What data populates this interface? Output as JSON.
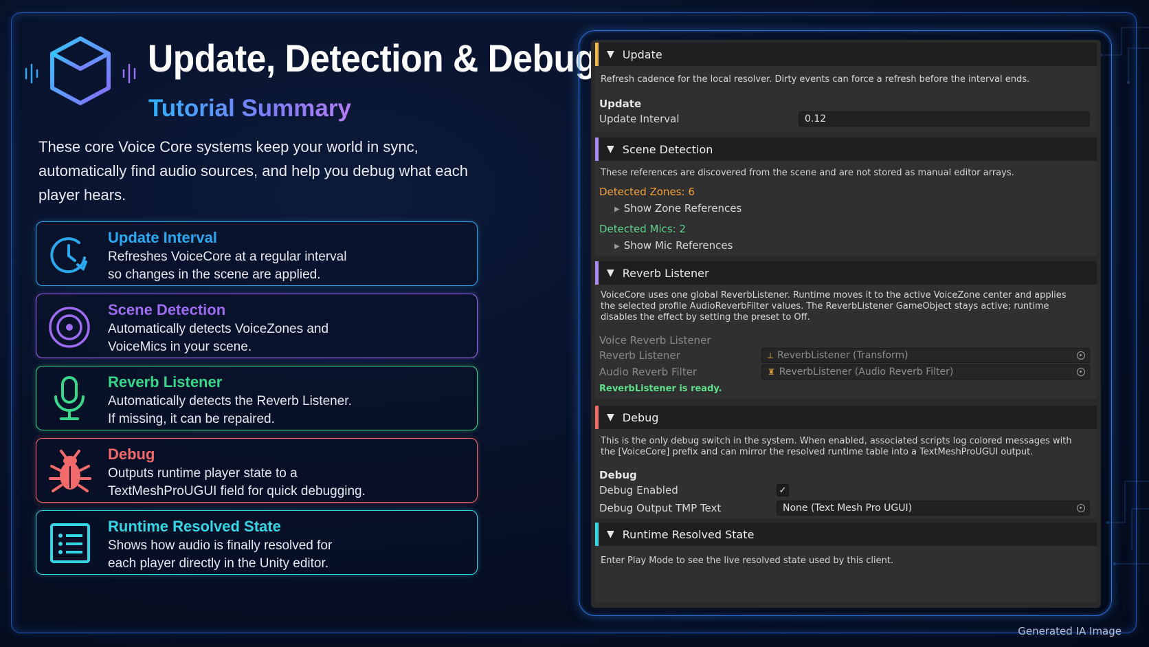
{
  "header": {
    "title": "Update, Detection & Debug",
    "subtitle": "Tutorial Summary"
  },
  "intro": "These core Voice Core systems keep your world in sync, automatically find audio sources, and help you debug what each player hears.",
  "features": [
    {
      "title": "Update Interval",
      "desc": "Refreshes VoiceCore at a regular interval\nso changes in the scene are applied.",
      "color": "#2aa8f0",
      "icon": "clock-refresh-icon"
    },
    {
      "title": "Scene Detection",
      "desc": "Automatically detects VoiceZones and\nVoiceMics in your scene.",
      "color": "#9d6cf2",
      "icon": "radar-target-icon"
    },
    {
      "title": "Reverb Listener",
      "desc": "Automatically detects the Reverb Listener.\nIf missing, it can be repaired.",
      "color": "#38d88a",
      "icon": "microphone-icon"
    },
    {
      "title": "Debug",
      "desc": "Outputs runtime player state to a\nTextMeshProUGUI field for quick debugging.",
      "color": "#f26a6a",
      "icon": "bug-icon"
    },
    {
      "title": "Runtime Resolved State",
      "desc": "Shows how audio is finally resolved for\neach player directly in the Unity editor.",
      "color": "#36d6e6",
      "icon": "list-icon"
    }
  ],
  "inspector": {
    "update": {
      "header": "Update",
      "accent": "#f2b84b",
      "help": "Refresh cadence for the local resolver. Dirty events can force a refresh before the interval ends.",
      "group_label": "Update",
      "interval_label": "Update Interval",
      "interval_value": "0.12"
    },
    "scene_detection": {
      "header": "Scene Detection",
      "accent": "#a98bf2",
      "help": "These references are discovered from the scene and are not stored as manual editor arrays.",
      "zones_label": "Detected Zones: 6",
      "zones_color": "#f2a33a",
      "zones_foldout": "Show Zone References",
      "mics_label": "Detected Mics: 2",
      "mics_color": "#5fd38b",
      "mics_foldout": "Show Mic References"
    },
    "reverb_listener": {
      "header": "Reverb Listener",
      "accent": "#a98bf2",
      "help": "VoiceCore uses one global ReverbListener. Runtime moves it to the active VoiceZone center and applies the selected profile AudioReverbFilter values. The ReverbListener GameObject stays active; runtime disables the effect by setting the preset to Off.",
      "group_label": "Voice Reverb Listener",
      "listener_label": "Reverb Listener",
      "listener_value": "ReverbListener (Transform)",
      "filter_label": "Audio Reverb Filter",
      "filter_value": "ReverbListener (Audio Reverb Filter)",
      "status": "ReverbListener is ready.",
      "status_color": "#5fe08a"
    },
    "debug": {
      "header": "Debug",
      "accent": "#f26a6a",
      "help": "This is the only debug switch in the system. When enabled, associated scripts log colored messages with the [VoiceCore] prefix and can mirror the resolved runtime table into a TextMeshProUGUI output.",
      "group_label": "Debug",
      "enabled_label": "Debug Enabled",
      "enabled_check": "✓",
      "output_label": "Debug Output TMP Text",
      "output_value": "None (Text Mesh Pro UGUI)"
    },
    "runtime": {
      "header": "Runtime Resolved State",
      "accent": "#36d6e6",
      "help": "Enter Play Mode to see the live resolved state used by this client."
    }
  },
  "watermark": "Generated IA Image"
}
